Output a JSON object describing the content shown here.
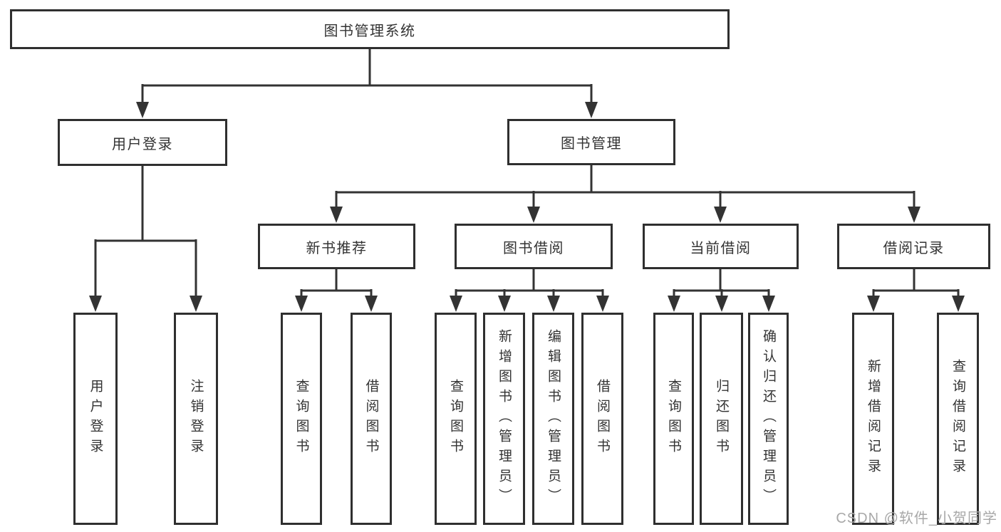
{
  "diagram": {
    "root": {
      "label": "图书管理系统"
    },
    "branches": [
      {
        "label": "用户登录",
        "children": [
          {
            "label": "用户登录"
          },
          {
            "label": "注销登录"
          }
        ]
      },
      {
        "label": "图书管理",
        "children": [
          {
            "label": "新书推荐",
            "children": [
              {
                "label": "查询图书"
              },
              {
                "label": "借阅图书"
              }
            ]
          },
          {
            "label": "图书借阅",
            "children": [
              {
                "label": "查询图书"
              },
              {
                "label": "新增图书（管理员）"
              },
              {
                "label": "编辑图书（管理员）"
              },
              {
                "label": "借阅图书"
              }
            ]
          },
          {
            "label": "当前借阅",
            "children": [
              {
                "label": "查询图书"
              },
              {
                "label": "归还图书"
              },
              {
                "label": "确认归还（管理员）"
              }
            ]
          },
          {
            "label": "借阅记录",
            "children": [
              {
                "label": "新增借阅记录"
              },
              {
                "label": "查询借阅记录"
              }
            ]
          }
        ]
      }
    ]
  },
  "watermark": {
    "text": "CSDN @软件_小贺同学"
  },
  "colors": {
    "line": "#333333",
    "box_border": "#2f2f2f",
    "text": "#333333",
    "background": "#ffffff",
    "watermark": "#a8a8a8"
  }
}
